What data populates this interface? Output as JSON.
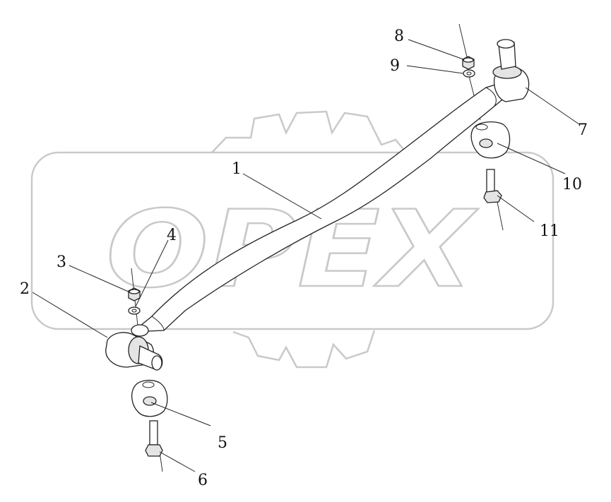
{
  "watermark": {
    "text": "OPEX",
    "color": "#c9c9c9"
  },
  "callouts": [
    {
      "id": "c1",
      "label": "1"
    },
    {
      "id": "c2",
      "label": "2"
    },
    {
      "id": "c3",
      "label": "3"
    },
    {
      "id": "c4",
      "label": "4"
    },
    {
      "id": "c5",
      "label": "5"
    },
    {
      "id": "c6",
      "label": "6"
    },
    {
      "id": "c7",
      "label": "7"
    },
    {
      "id": "c8",
      "label": "8"
    },
    {
      "id": "c9",
      "label": "9"
    },
    {
      "id": "c10",
      "label": "10"
    },
    {
      "id": "c11",
      "label": "11"
    }
  ]
}
